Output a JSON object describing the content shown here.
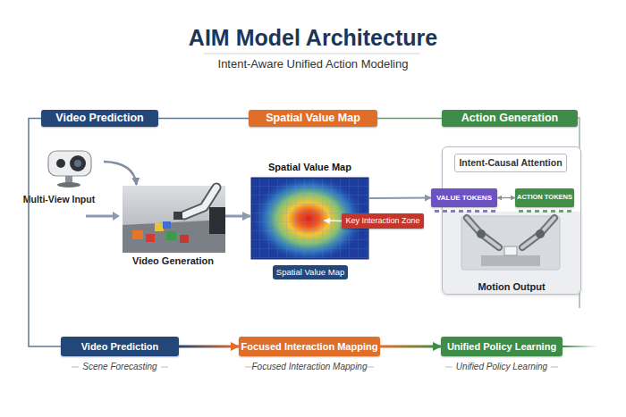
{
  "diagram": {
    "title": "AIM Model Architecture",
    "nodes": [
      {
        "text": [
          "Video Prediction"
        ]
      },
      {
        "text": [
          "Spatial Value Map"
        ]
      },
      {
        "text": [
          "Action Generation"
        ]
      },
      {
        "text": [
          "Multi-View Input"
        ]
      },
      {
        "text": [
          "Video Generation"
        ]
      },
      {
        "text": [
          "Spatial Value Map"
        ]
      },
      {
        "text": [
          "Key Interaction Zone"
        ]
      },
      {
        "text": [
          "Spatial Value Map"
        ]
      },
      {
        "text": [
          "Motion Output"
        ]
      },
      {
        "text": [
          "Intent-Causal Attention"
        ],
        "in": 8
      },
      {
        "text": [
          "VALUE TOKENS"
        ],
        "in": 8
      },
      {
        "text": [
          "ACTION TOKENS"
        ],
        "in": 8
      },
      {
        "text": [
          "Video Prediction"
        ]
      },
      {
        "text": [
          "Focused Interaction Mapping"
        ]
      },
      {
        "text": [
          "Unified Policy Learning"
        ]
      }
    ],
    "edges": [
      {
        "from": 0,
        "to": 1,
        "arrow": "none"
      },
      {
        "from": 1,
        "to": 2,
        "arrow": "none"
      },
      {
        "from": 0,
        "to": 12,
        "arrow": "none"
      },
      {
        "from": 3,
        "to": 4,
        "arrow": "to"
      },
      {
        "from": 4,
        "to": 5,
        "arrow": "to"
      },
      {
        "from": 6,
        "to": 5,
        "arrow": "to"
      },
      {
        "from": 5,
        "to": 10,
        "arrow": "to"
      },
      {
        "from": 10,
        "to": 11,
        "arrow": "both"
      },
      {
        "from": 12,
        "to": 13,
        "arrow": "to"
      },
      {
        "from": 13,
        "to": 14,
        "arrow": "to"
      }
    ],
    "labels": [
      "Intent-Aware Unified Action Modeling",
      "Scene Forecasting",
      "Focused Interaction Mapping",
      "Unified Policy Learning"
    ]
  }
}
